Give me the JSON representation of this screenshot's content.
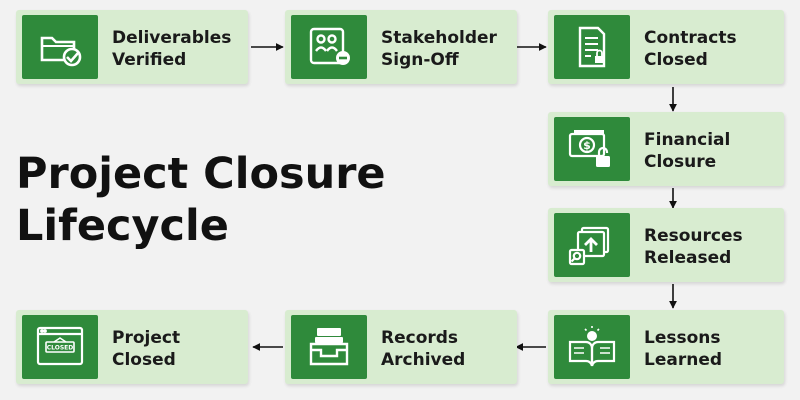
{
  "title": {
    "line1": "Project Closure",
    "line2": "Lifecycle"
  },
  "steps": [
    {
      "line1": "Deliverables",
      "line2": "Verified",
      "icon": "folder-check-icon"
    },
    {
      "line1": "Stakeholder",
      "line2": "Sign-Off",
      "icon": "stakeholder-board-icon"
    },
    {
      "line1": "Contracts",
      "line2": "Closed",
      "icon": "contract-lock-icon"
    },
    {
      "line1": "Financial",
      "line2": "Closure",
      "icon": "money-lock-icon"
    },
    {
      "line1": "Resources",
      "line2": "Released",
      "icon": "resource-upload-icon"
    },
    {
      "line1": "Lessons",
      "line2": "Learned",
      "icon": "book-bulb-icon"
    },
    {
      "line1": "Records",
      "line2": "Archived",
      "icon": "archive-tray-icon"
    },
    {
      "line1": "Project",
      "line2": "Closed",
      "icon": "closed-sign-icon"
    }
  ],
  "closed_sign_text": "CLOSED",
  "colors": {
    "card": "#d8ecd0",
    "icon_bg": "#2f8a3b",
    "text": "#1a1a1a",
    "arrow": "#111111"
  }
}
